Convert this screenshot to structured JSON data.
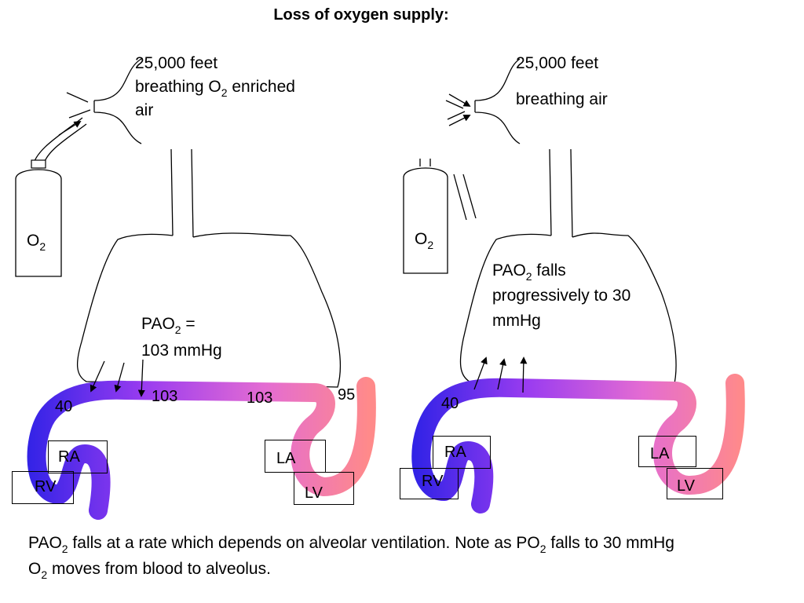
{
  "title": "Loss of oxygen supply:",
  "left": {
    "altitude": "25,000 feet",
    "breathing_prefix": "breathing O",
    "breathing_sub": "2",
    "breathing_suffix": " enriched",
    "breathing_line2": "air",
    "cylinder_label": "O",
    "cylinder_sub": "2",
    "pao2_prefix": "PAO",
    "pao2_sub": "2",
    "pao2_suffix": " =",
    "pao2_value": "103 mmHg",
    "venous_value": "40",
    "capillary_value_1": "103",
    "capillary_value_2": "103",
    "arterial_value": "95",
    "chambers": {
      "ra": "RA",
      "rv": "RV",
      "la": "LA",
      "lv": "LV"
    }
  },
  "right": {
    "altitude": "25,000 feet",
    "breathing": "breathing air",
    "cylinder_label": "O",
    "cylinder_sub": "2",
    "pao2_prefix": "PAO",
    "pao2_sub": "2",
    "pao2_suffix": " falls",
    "pao2_line2": "progressively to 30",
    "pao2_line3": "mmHg",
    "venous_value": "40",
    "chambers": {
      "ra": "RA",
      "rv": "RV",
      "la": "LA",
      "lv": "LV"
    }
  },
  "caption": {
    "l1_a": "PAO",
    "l1_sub1": "2",
    "l1_b": " falls at a rate which depends on alveolar ventilation. Note as PO",
    "l1_sub2": "2",
    "l1_c": " falls to 30 mmHg",
    "l2_a": "O",
    "l2_sub": "2",
    "l2_b": " moves from blood to alveolus."
  },
  "colors": {
    "deoxygenated": "#2f22e6",
    "mixed": "#9a3cf0",
    "oxygenated": "#ff8a8a"
  }
}
